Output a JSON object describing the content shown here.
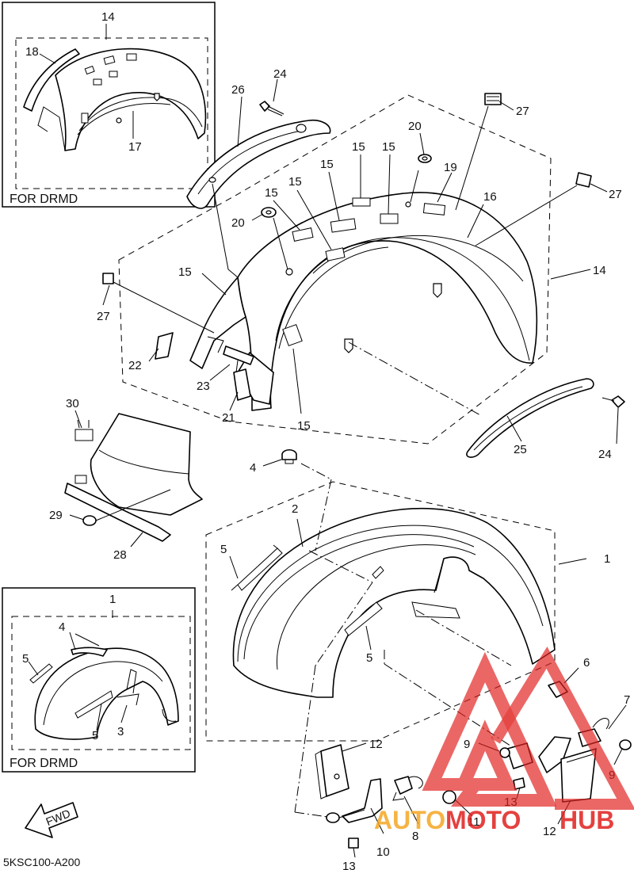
{
  "diagram_code": "5KSC100-A200",
  "insets": {
    "top_caption": "FOR DRMD",
    "bottom_caption": "FOR DRMD"
  },
  "fwd_label": "FWD",
  "watermark": {
    "text_auto": "AUTO",
    "text_moto": "MOTO",
    "text_hub": "HUB",
    "color_red": "#e0201e",
    "color_orange": "#f5a623"
  },
  "callouts": {
    "c1_main": "1",
    "c1_inset": "1",
    "c2": "2",
    "c3": "3",
    "c4_main": "4",
    "c4_inset": "4",
    "c5_a": "5",
    "c5_b": "5",
    "c5_c": "5",
    "c5_d": "5",
    "c6": "6",
    "c7": "7",
    "c8": "8",
    "c9_a": "9",
    "c9_b": "9",
    "c10": "10",
    "c11": "11",
    "c12_a": "12",
    "c12_b": "12",
    "c13_a": "13",
    "c13_b": "13",
    "c14_main": "14",
    "c14_inset": "14",
    "c15_a": "15",
    "c15_b": "15",
    "c15_c": "15",
    "c15_d": "15",
    "c15_e": "15",
    "c15_f": "15",
    "c15_g": "15",
    "c16": "16",
    "c17": "17",
    "c18": "18",
    "c19": "19",
    "c20_a": "20",
    "c20_b": "20",
    "c21": "21",
    "c22": "22",
    "c23": "23",
    "c24_a": "24",
    "c24_b": "24",
    "c25": "25",
    "c26": "26",
    "c27_a": "27",
    "c27_b": "27",
    "c27_c": "27",
    "c28": "28",
    "c29": "29",
    "c30": "30"
  }
}
